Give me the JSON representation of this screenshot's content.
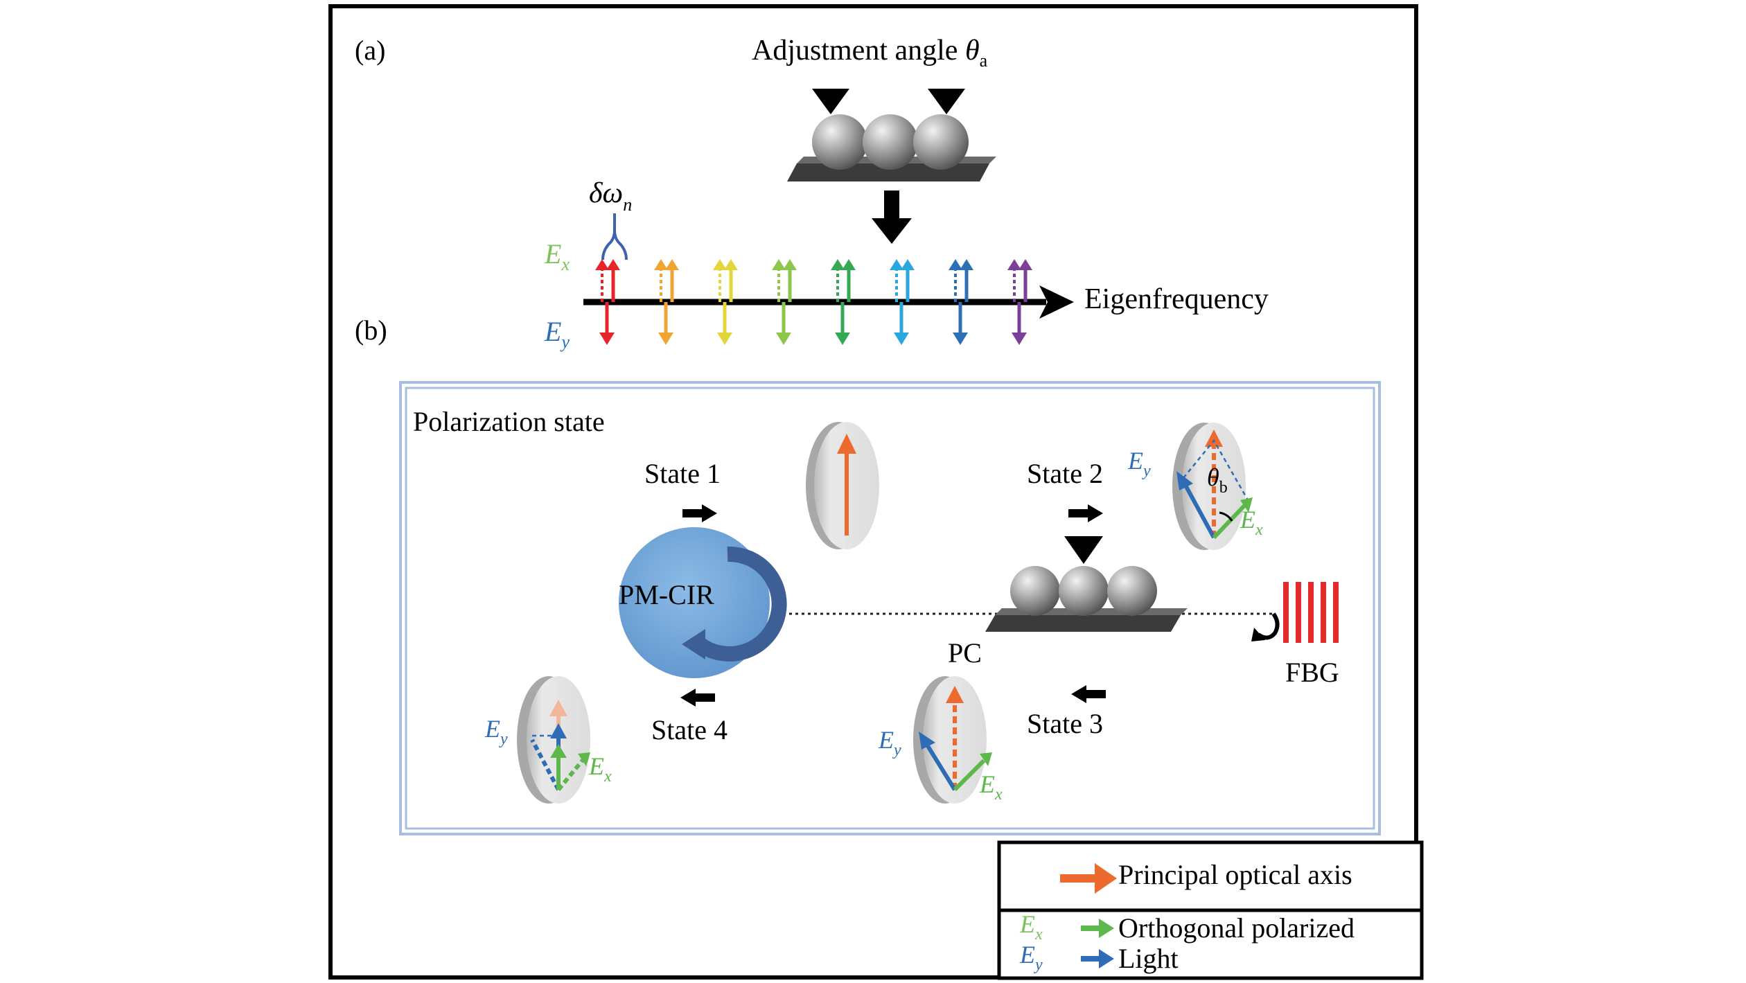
{
  "panel_a": {
    "label": "(a)",
    "title": "Adjustment angle",
    "title_symbol": "θ",
    "title_subscript": "a",
    "delta_label": "δω",
    "delta_subscript": "n",
    "ex_label": "E",
    "ex_subscript": "x",
    "ey_label": "E",
    "ey_subscript": "y",
    "axis_label": "Eigenfrequency",
    "mode_colors": [
      "#e8242b",
      "#f0a533",
      "#e3d63a",
      "#8cc64b",
      "#34a853",
      "#2aa7de",
      "#2c6fb4",
      "#7b3f98"
    ]
  },
  "panel_b": {
    "label": "(b)",
    "box_title": "Polarization state",
    "state1": "State 1",
    "state2": "State 2",
    "state3": "State 3",
    "state4": "State 4",
    "circulator": "PM-CIR",
    "pc": "PC",
    "fbg": "FBG",
    "theta_b": "θ",
    "theta_b_sub": "b"
  },
  "legend": {
    "principal_axis": "Principal optical axis",
    "orthogonal": "Orthogonal polarized",
    "light": "Light"
  },
  "colors": {
    "ex_green": "#5cb84a",
    "ey_blue": "#2e6db5",
    "axis_orange": "#ec6a2e",
    "cir_blue": "#6fa3d6",
    "box_border": "#9db4dd",
    "fbg_red": "#e32b2b"
  }
}
